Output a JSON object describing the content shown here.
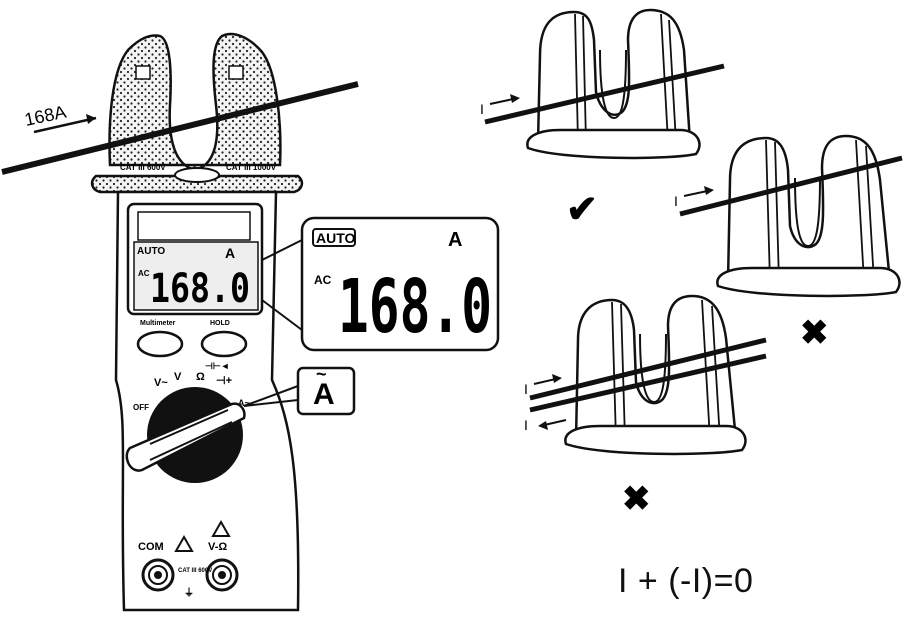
{
  "figure": {
    "current_label": "168A",
    "meter": {
      "jaw_marks": [
        "CAT III 600V",
        "CAT III 1000V"
      ],
      "lcd_auto": "AUTO",
      "lcd_unit": "A",
      "lcd_mode": "AC",
      "lcd_value": "168.0",
      "button_left": "Multimeter",
      "button_right": "HOLD",
      "dial_labels": [
        "OFF",
        "V~",
        "V",
        "Ω",
        "A~"
      ],
      "com_label": "COM",
      "v_label": "V-Ω",
      "terminal_caution": "CAT III 600V"
    },
    "zoom_display": {
      "auto": "AUTO",
      "unit": "A",
      "mode": "AC",
      "value": "168.0"
    },
    "dial_callout": "A",
    "positions": [
      {
        "result": "correct",
        "current_labels": [
          "I"
        ]
      },
      {
        "result": "incorrect",
        "current_labels": [
          "I"
        ]
      },
      {
        "result": "incorrect",
        "current_labels": [
          "I",
          "I"
        ]
      }
    ],
    "equation": "I + (-I)=0"
  }
}
